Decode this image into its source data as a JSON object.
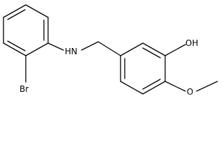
{
  "molecule": {
    "atoms": {
      "bromo": "Br",
      "amine": "HN",
      "hydroxyl": "OH",
      "methoxy_oxygen": "O"
    },
    "colors": {
      "bond": "#000000",
      "text": "#000000",
      "background": "#ffffff"
    }
  }
}
